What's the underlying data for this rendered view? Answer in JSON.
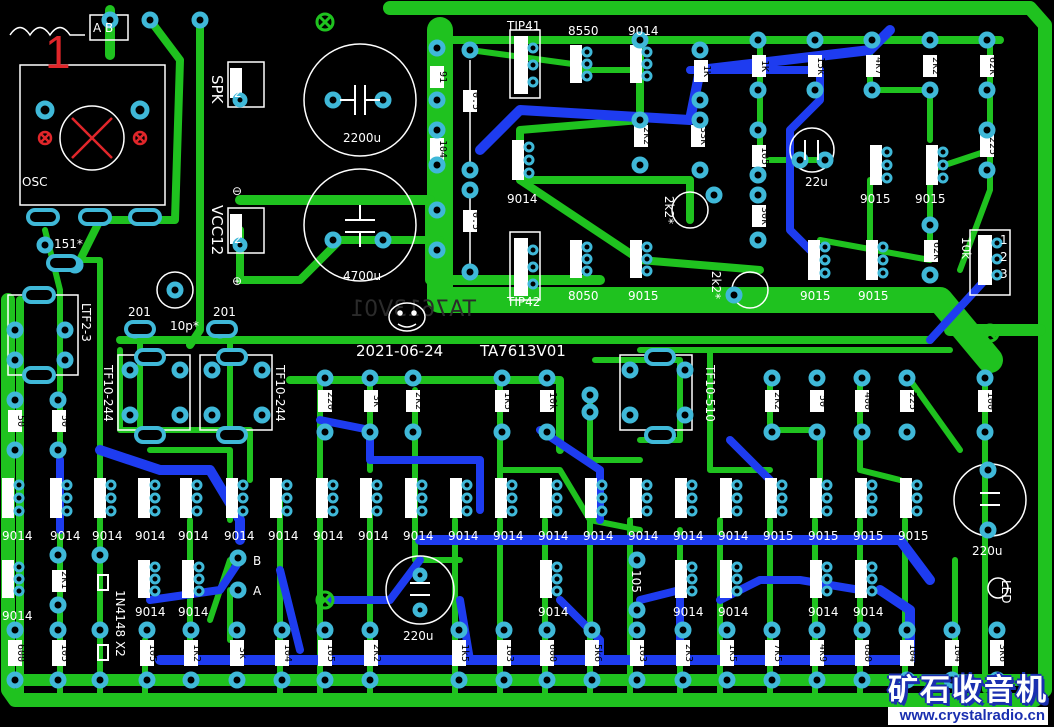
{
  "board": {
    "date_line": "2021-06-24",
    "model_line": "TA7613V01",
    "mirrored_model": "TA7613V01",
    "corner_number": "1",
    "coil_letters": "A B",
    "osc_label": "OSC",
    "spk_label": "SPK",
    "vcc_label": "VCC12",
    "minus_symbol": "⊖",
    "plus_symbol": "⊕",
    "point_a": "A",
    "point_b": "B"
  },
  "logo": {
    "chinese": "矿石收音机",
    "url": "www.crystalradio.cn"
  },
  "colors": {
    "board": "#000000",
    "top_copper": "#1fc21f",
    "bottom_copper": "#1e3cf0",
    "pad": "#3fb8d8",
    "silk": "#ffffff"
  },
  "capacitors": {
    "c2200": "2200u",
    "c4700": "4700u",
    "c22": "22u",
    "c220a": "220u",
    "c220b": "220u",
    "c151": "151*",
    "c201a": "201",
    "c201b": "201",
    "c10p": "10p*"
  },
  "ics": {
    "tip41": "TIP41",
    "tip42": "TIP42",
    "q8550a": "8550",
    "q8050": "8050",
    "q9014": "9014",
    "q9015": "9015"
  },
  "transformers": {
    "ltf": "LTF2-3",
    "tf1": "TF10-244",
    "tf2": "TF10-244",
    "tf3": "TF10-510"
  },
  "resistors_top": [
    "91",
    "104",
    "0.5",
    "0.5",
    "1K",
    "1K",
    "15k",
    "4k7",
    "2k2",
    "62k",
    "225",
    "2k2",
    "33k",
    "105",
    "30k",
    "62k",
    "10k",
    "2k2*",
    "2k2*"
  ],
  "resistors_mid": [
    "50",
    "50",
    "220",
    "3k",
    "2k2",
    "1k5",
    "10k",
    "2k2",
    "50",
    "400",
    "225",
    "100"
  ],
  "resistors_bottom": [
    "600",
    "105",
    "105",
    "1k2",
    "3k",
    "104",
    "105",
    "2k2",
    "1k5",
    "103",
    "600",
    "5k6",
    "103",
    "2k3",
    "1k5",
    "7k5",
    "4k9",
    "680",
    "104",
    "104",
    "3k6"
  ],
  "misc": {
    "diode": "1N4148 X2",
    "r2k1": "2k1",
    "r105v": "105",
    "led": "LED"
  }
}
